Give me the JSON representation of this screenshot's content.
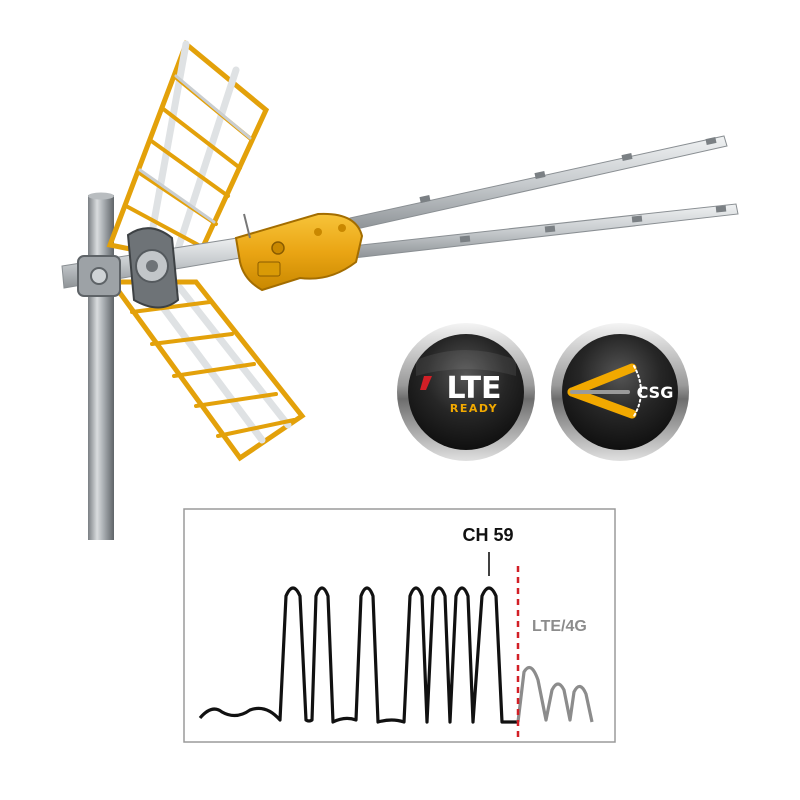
{
  "badges": {
    "lte": {
      "text": "LTE",
      "subtext": "READY"
    },
    "csg": {
      "text": "CSG"
    }
  },
  "spectrum": {
    "channel_label": "CH 59",
    "band_label": "LTE/4G"
  },
  "colors": {
    "accent_yellow": "#f2a900",
    "badge_dark": "#1a1a1a",
    "lte_red": "#d21f26",
    "divider_red": "#d21f26",
    "gray_signal": "#8c8c8c"
  }
}
